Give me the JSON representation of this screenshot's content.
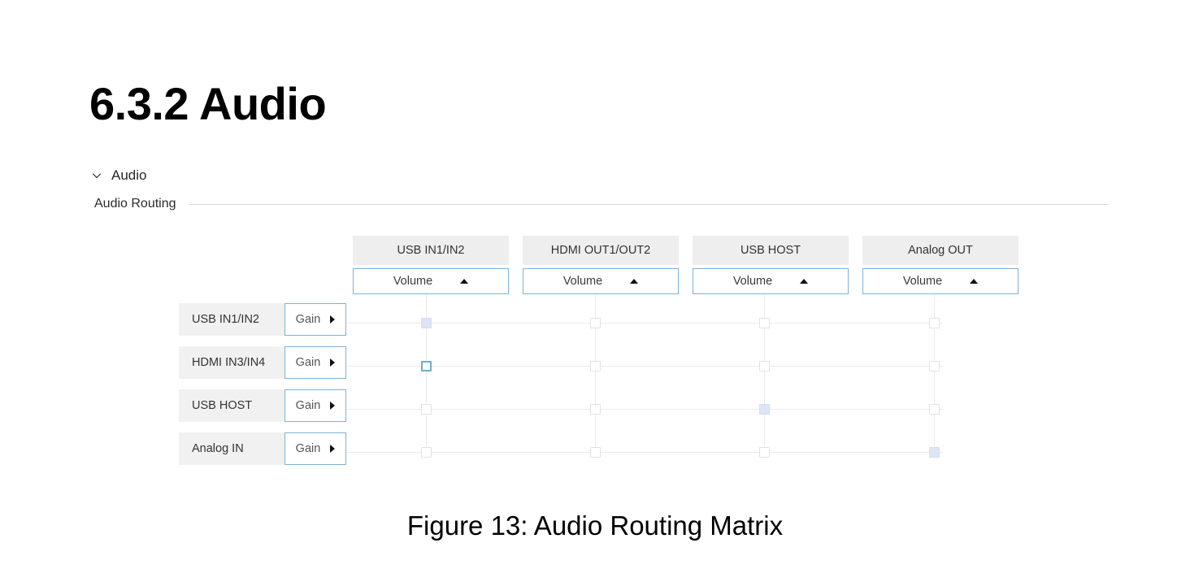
{
  "document": {
    "section_heading": "6.3.2 Audio",
    "figure_caption": "Figure 13: Audio Routing Matrix"
  },
  "panel": {
    "accordion": {
      "label": "Audio",
      "icon": "chevron-down-icon",
      "expanded": true
    },
    "group": {
      "label": "Audio Routing"
    }
  },
  "matrix": {
    "columns": [
      {
        "title": "USB IN1/IN2",
        "control_label": "Volume",
        "control_icon": "caret-up-icon"
      },
      {
        "title": "HDMI OUT1/OUT2",
        "control_label": "Volume",
        "control_icon": "caret-up-icon"
      },
      {
        "title": "USB HOST",
        "control_label": "Volume",
        "control_icon": "caret-up-icon"
      },
      {
        "title": "Analog OUT",
        "control_label": "Volume",
        "control_icon": "caret-up-icon"
      }
    ],
    "rows": [
      {
        "title": "USB IN1/IN2",
        "control_label": "Gain",
        "control_icon": "caret-right-icon"
      },
      {
        "title": "HDMI IN3/IN4",
        "control_label": "Gain",
        "control_icon": "caret-right-icon"
      },
      {
        "title": "USB HOST",
        "control_label": "Gain",
        "control_icon": "caret-right-icon"
      },
      {
        "title": "Analog IN",
        "control_label": "Gain",
        "control_icon": "caret-right-icon"
      }
    ],
    "cells": [
      [
        {
          "checked": true,
          "focused": false
        },
        {
          "checked": false,
          "focused": false
        },
        {
          "checked": false,
          "focused": false
        },
        {
          "checked": false,
          "focused": false
        }
      ],
      [
        {
          "checked": false,
          "focused": true
        },
        {
          "checked": false,
          "focused": false
        },
        {
          "checked": false,
          "focused": false
        },
        {
          "checked": false,
          "focused": false
        }
      ],
      [
        {
          "checked": false,
          "focused": false
        },
        {
          "checked": false,
          "focused": false
        },
        {
          "checked": true,
          "focused": false
        },
        {
          "checked": false,
          "focused": false
        }
      ],
      [
        {
          "checked": false,
          "focused": false
        },
        {
          "checked": false,
          "focused": false
        },
        {
          "checked": false,
          "focused": false
        },
        {
          "checked": true,
          "focused": false
        }
      ]
    ]
  },
  "colors": {
    "accent_border": "#7fb2d3",
    "checkbox_on_fill": "#dbe5f7",
    "checkbox_focus_border": "#6aaed4",
    "header_cell_bg": "#eeeeee",
    "row_cell_bg": "#f1f1f1",
    "grid_line": "#ebebeb",
    "rule_line": "#d8d8d8"
  }
}
